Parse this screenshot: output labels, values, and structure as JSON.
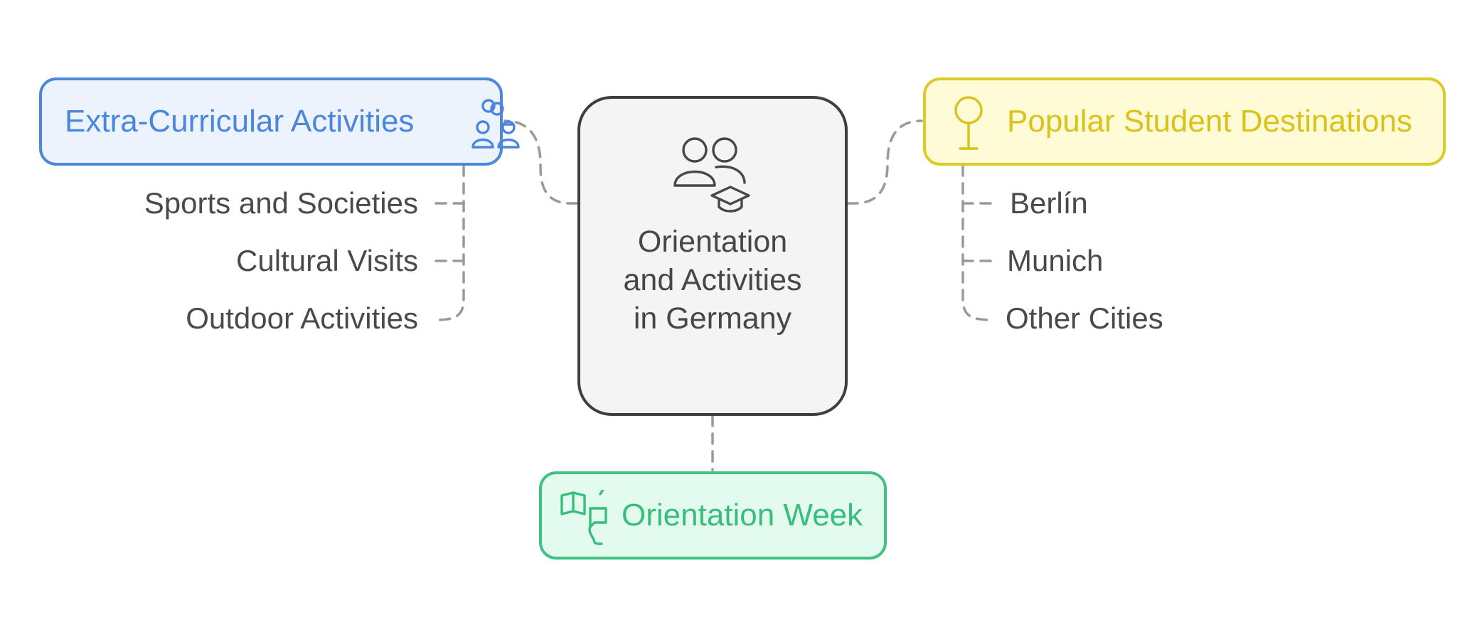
{
  "diagram": {
    "center": {
      "title": "Orientation and Activities in Germany",
      "icon": "students-graduation-icon"
    },
    "extra_curricular": {
      "title": "Extra-Curricular Activities",
      "icon": "people-collaboration-icon",
      "color": "#4f87dc",
      "items": [
        "Sports and Societies",
        "Cultural Visits",
        "Outdoor Activities"
      ]
    },
    "popular_destinations": {
      "title": "Popular Student Destinations",
      "icon": "map-pin-icon",
      "color": "#dccb29",
      "items": [
        "Berlín",
        "Munich",
        "Other Cities"
      ]
    },
    "orientation_week": {
      "title": "Orientation Week",
      "icon": "book-chat-icon",
      "color": "#3fc284"
    }
  }
}
